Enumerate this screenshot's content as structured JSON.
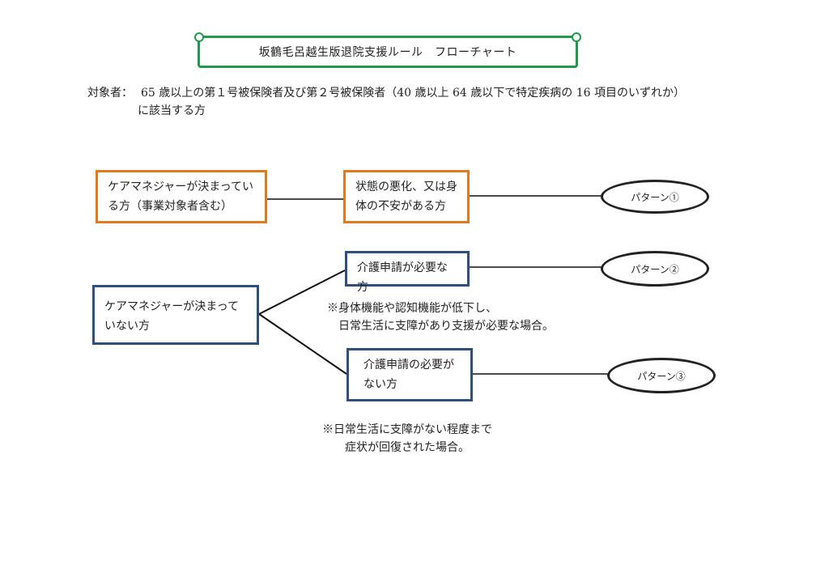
{
  "title": "坂鶴毛呂越生版退院支援ルール　フローチャート",
  "target": {
    "label": "対象者：",
    "line1": "65 歳以上の第１号被保険者及び第２号被保険者（40 歳以上 64 歳以下で特定疾病の 16 項目のいずれか）",
    "line2": "に該当する方"
  },
  "nodes": {
    "has_cm": "ケアマネジャーが決まっている方（事業対象者含む）",
    "worsened": "状態の悪化、又は身体の不安がある方",
    "pattern1": "パターン①",
    "no_cm": "ケアマネジャーが決まっていない方",
    "need_apply": "介護申請が必要な方",
    "pattern2": "パターン②",
    "no_need_apply": "介護申請の必要がない方",
    "pattern3": "パターン③"
  },
  "notes": {
    "note1_line1": "※身体機能や認知機能が低下し、",
    "note1_line2": "日常生活に支障があり支援が必要な場合。",
    "note2_line1": "※日常生活に支障がない程度まで",
    "note2_line2": "症状が回復された場合。"
  },
  "colors": {
    "title_border": "#1f9a4a",
    "orange": "#e07a1f",
    "blue": "#2f4f7f"
  }
}
